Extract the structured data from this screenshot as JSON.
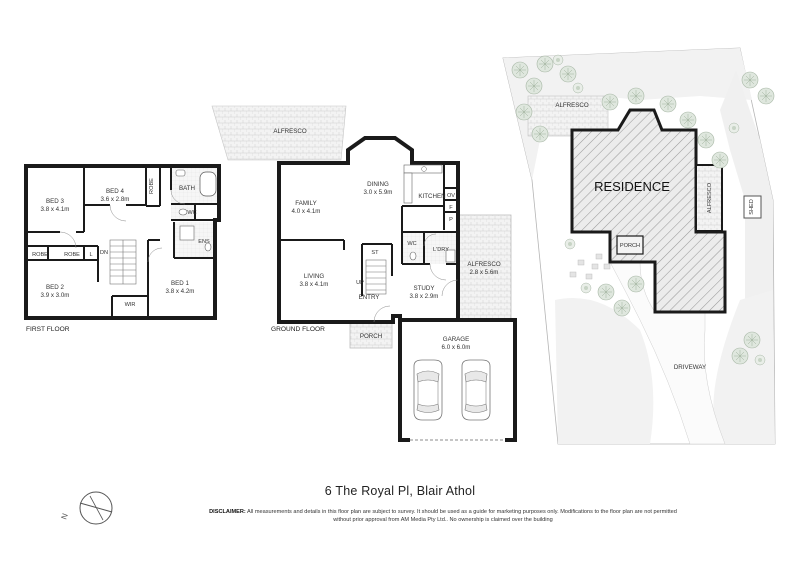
{
  "address": "6 The Royal Pl, Blair Athol",
  "disclaimer": {
    "label": "DISCLAIMER:",
    "line1": "All measurements and details in this floor plan are subject to survey. It should be used as a guide for marketing purposes only. Modifications to the floor plan are not permitted",
    "line2": "without prior approval from AM Media Pty Ltd.. No ownership is claimed over the building"
  },
  "compass": {
    "north_letter": "N"
  },
  "first_floor": {
    "caption": "FIRST FLOOR",
    "bed3": {
      "name": "BED 3",
      "size": "3.8 x 4.1m"
    },
    "bed4": {
      "name": "BED 4",
      "size": "3.6 x 2.8m"
    },
    "robe_top": "ROBE",
    "bath": "BATH",
    "wc": "WC",
    "ens": "ENS",
    "robe_left": "ROBE",
    "robe_mid": "ROBE",
    "l": "L",
    "dn": "DN",
    "bed2": {
      "name": "BED 2",
      "size": "3.9 x 3.0m"
    },
    "wir": "WIR",
    "bed1": {
      "name": "BED 1",
      "size": "3.8 x 4.2m"
    }
  },
  "ground_floor": {
    "caption": "GROUND FLOOR",
    "alfresco_top": "ALFRESCO",
    "dining": {
      "name": "DINING",
      "size": "3.0 x 5.9m"
    },
    "family": {
      "name": "FAMILY",
      "size": "4.0 x 4.1m"
    },
    "kitchen": "KITCHEN",
    "ov": "OV",
    "f": "F",
    "p": "P",
    "wc": "WC",
    "ldry": "L'DRY",
    "st": "ST",
    "living": {
      "name": "LIVING",
      "size": "3.8 x 4.1m"
    },
    "up": "UP",
    "entry": "ENTRY",
    "study": {
      "name": "STUDY",
      "size": "3.8 x 2.9m"
    },
    "alfresco_side": {
      "name": "ALFRESCO",
      "size": "2.8 x 5.6m"
    },
    "porch": "PORCH",
    "garage": {
      "name": "GARAGE",
      "size": "6.0 x 6.0m"
    }
  },
  "site": {
    "alfresco": "ALFRESCO",
    "residence": "RESIDENCE",
    "alfresco_side": "ALFRESCO",
    "shed": "SHED",
    "porch": "PORCH",
    "driveway": "DRIVEWAY"
  }
}
